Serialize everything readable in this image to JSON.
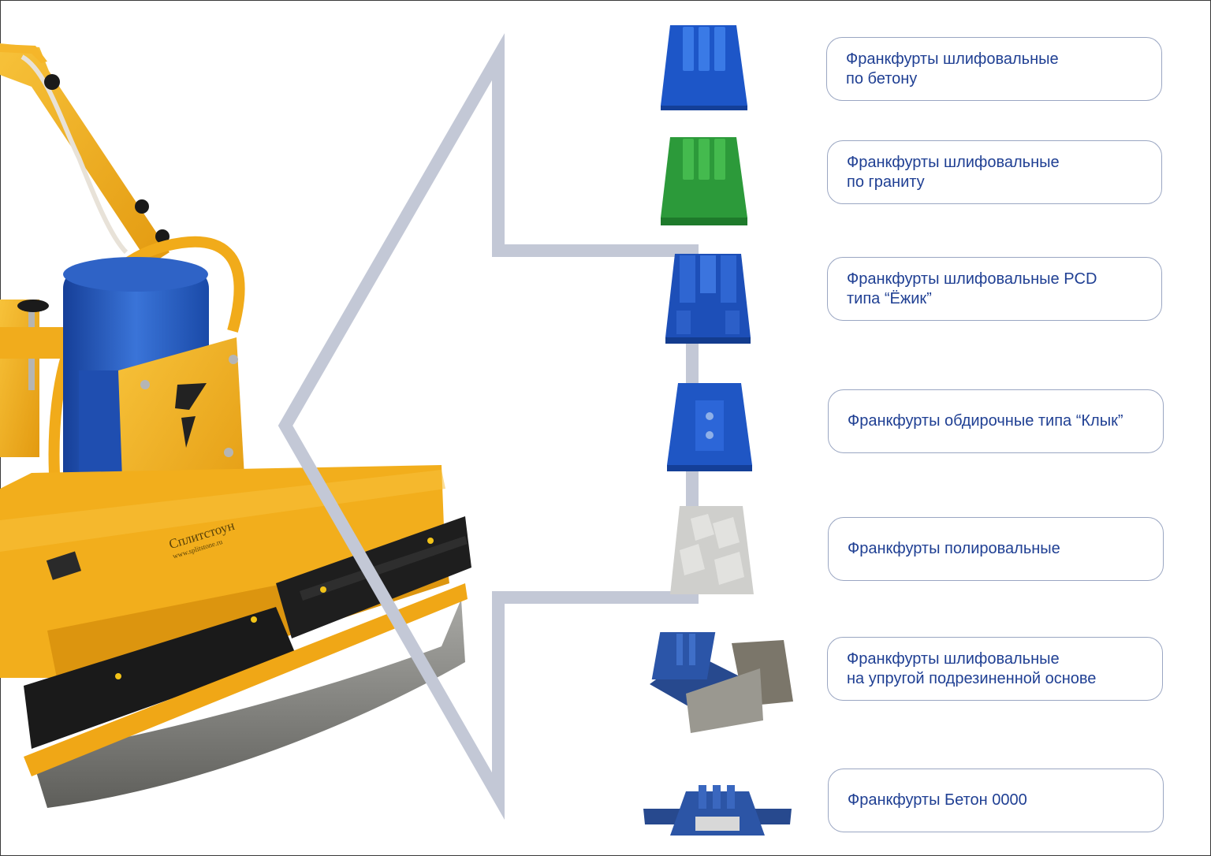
{
  "brand": {
    "name": "Сплитстоун",
    "site": "www.splitstone.ru"
  },
  "colors": {
    "machine_yellow": "#f2ae1c",
    "motor_blue": "#2a5fc2",
    "pointer_gray": "#c3c8d6",
    "label_text": "#1f3f93",
    "label_border": "#9aa6c2"
  },
  "items": [
    {
      "id": "concrete",
      "label": "Франкфурты шлифовальные\nпо бетону",
      "color": "#1d56c8",
      "icon": "blue-grinding-segment-icon"
    },
    {
      "id": "granite",
      "label": "Франкфурты шлифовальные\nпо граниту",
      "color": "#2c9a3a",
      "icon": "green-grinding-segment-icon"
    },
    {
      "id": "pcd",
      "label": "Франкфурты шлифовальные PCD\nтипа “Ёжик”",
      "color": "#1d4fb8",
      "icon": "pcd-segment-icon"
    },
    {
      "id": "klyk",
      "label": "Франкфурты обдирочные типа “Клык”",
      "color": "#1f56c4",
      "icon": "klyk-segment-icon"
    },
    {
      "id": "polish",
      "label": "Франкфурты полировальные",
      "color": "#cfcfcc",
      "icon": "polishing-block-icon"
    },
    {
      "id": "rubber",
      "label": "Франкфурты  шлифовальные\nна упругой подрезиненной основе",
      "color": "#27498e",
      "icon": "rubber-based-segment-icon"
    },
    {
      "id": "beton0000",
      "label": "Франкфурты Бетон 0000",
      "color": "#27498e",
      "icon": "beton-0000-segment-icon"
    }
  ]
}
